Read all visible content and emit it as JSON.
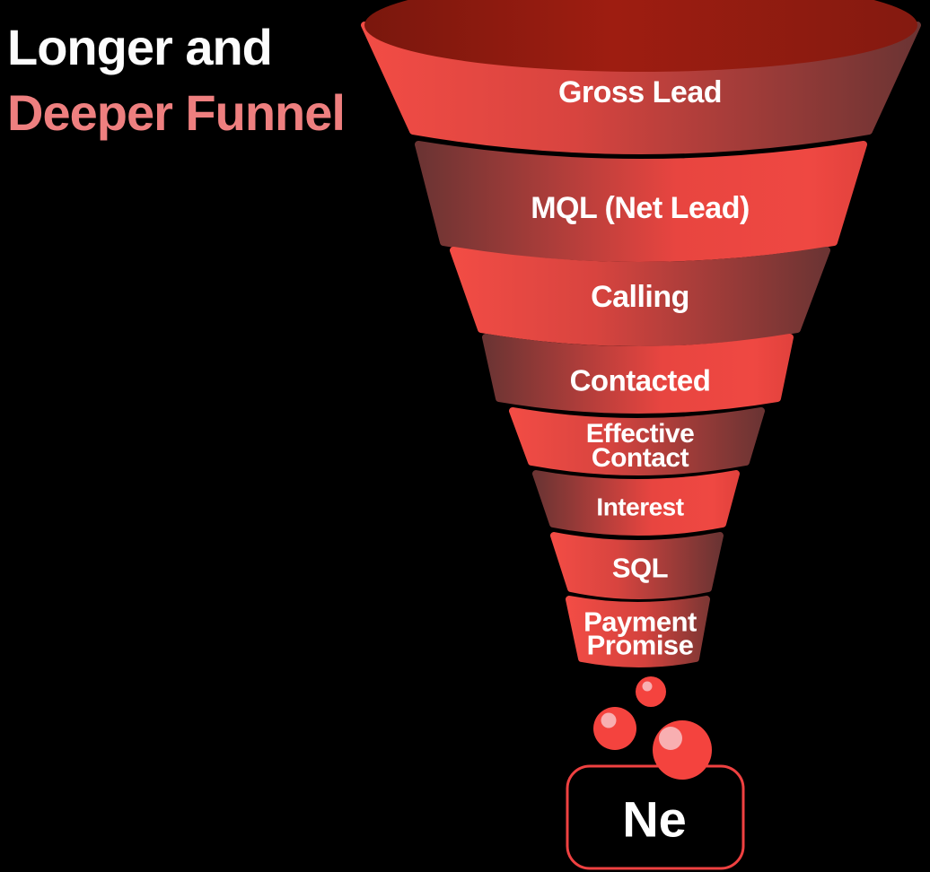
{
  "background_color": "#000000",
  "title": {
    "line1": "Longer and",
    "line2": "Deeper Funnel",
    "line1_color": "#FCFCFC",
    "line2_color": "#EE7F7F"
  },
  "funnel": {
    "label_text_color": "#FFFFFF",
    "colors": {
      "bright_red": "#F24C45",
      "mid_red": "#D8443F",
      "dark_maroon": "#6B3433",
      "soft_dark": "#7E3734",
      "opening_left": "#7A170D",
      "opening_mid": "#9E1D11",
      "opening_right": "#841A10"
    },
    "segments": [
      {
        "name": "gross-lead",
        "lines": [
          "Gross Lead"
        ],
        "shading": "bright-to-dark"
      },
      {
        "name": "mql-net-lead",
        "lines": [
          "MQL (Net Lead)"
        ],
        "shading": "dark-to-bright"
      },
      {
        "name": "calling",
        "lines": [
          "Calling"
        ],
        "shading": "bright-to-dark"
      },
      {
        "name": "contacted",
        "lines": [
          "Contacted"
        ],
        "shading": "dark-to-bright"
      },
      {
        "name": "effective-contact",
        "lines": [
          "Effective",
          "Contact"
        ],
        "shading": "bright-to-dark"
      },
      {
        "name": "interest",
        "lines": [
          "Interest"
        ],
        "shading": "dark-to-bright"
      },
      {
        "name": "sql",
        "lines": [
          "SQL"
        ],
        "shading": "bright-to-dark"
      },
      {
        "name": "payment-promise",
        "lines": [
          "Payment",
          "Promise"
        ],
        "shading": "bright-to-dark-soft"
      }
    ]
  },
  "droplets": {
    "color": "#F4433E",
    "highlight_color": "#F8AFB1",
    "count": 3
  },
  "element_box": {
    "symbol": "Ne",
    "border_color": "#EF4141",
    "fill_color": "#000000",
    "text_color": "#FFFFFF"
  }
}
